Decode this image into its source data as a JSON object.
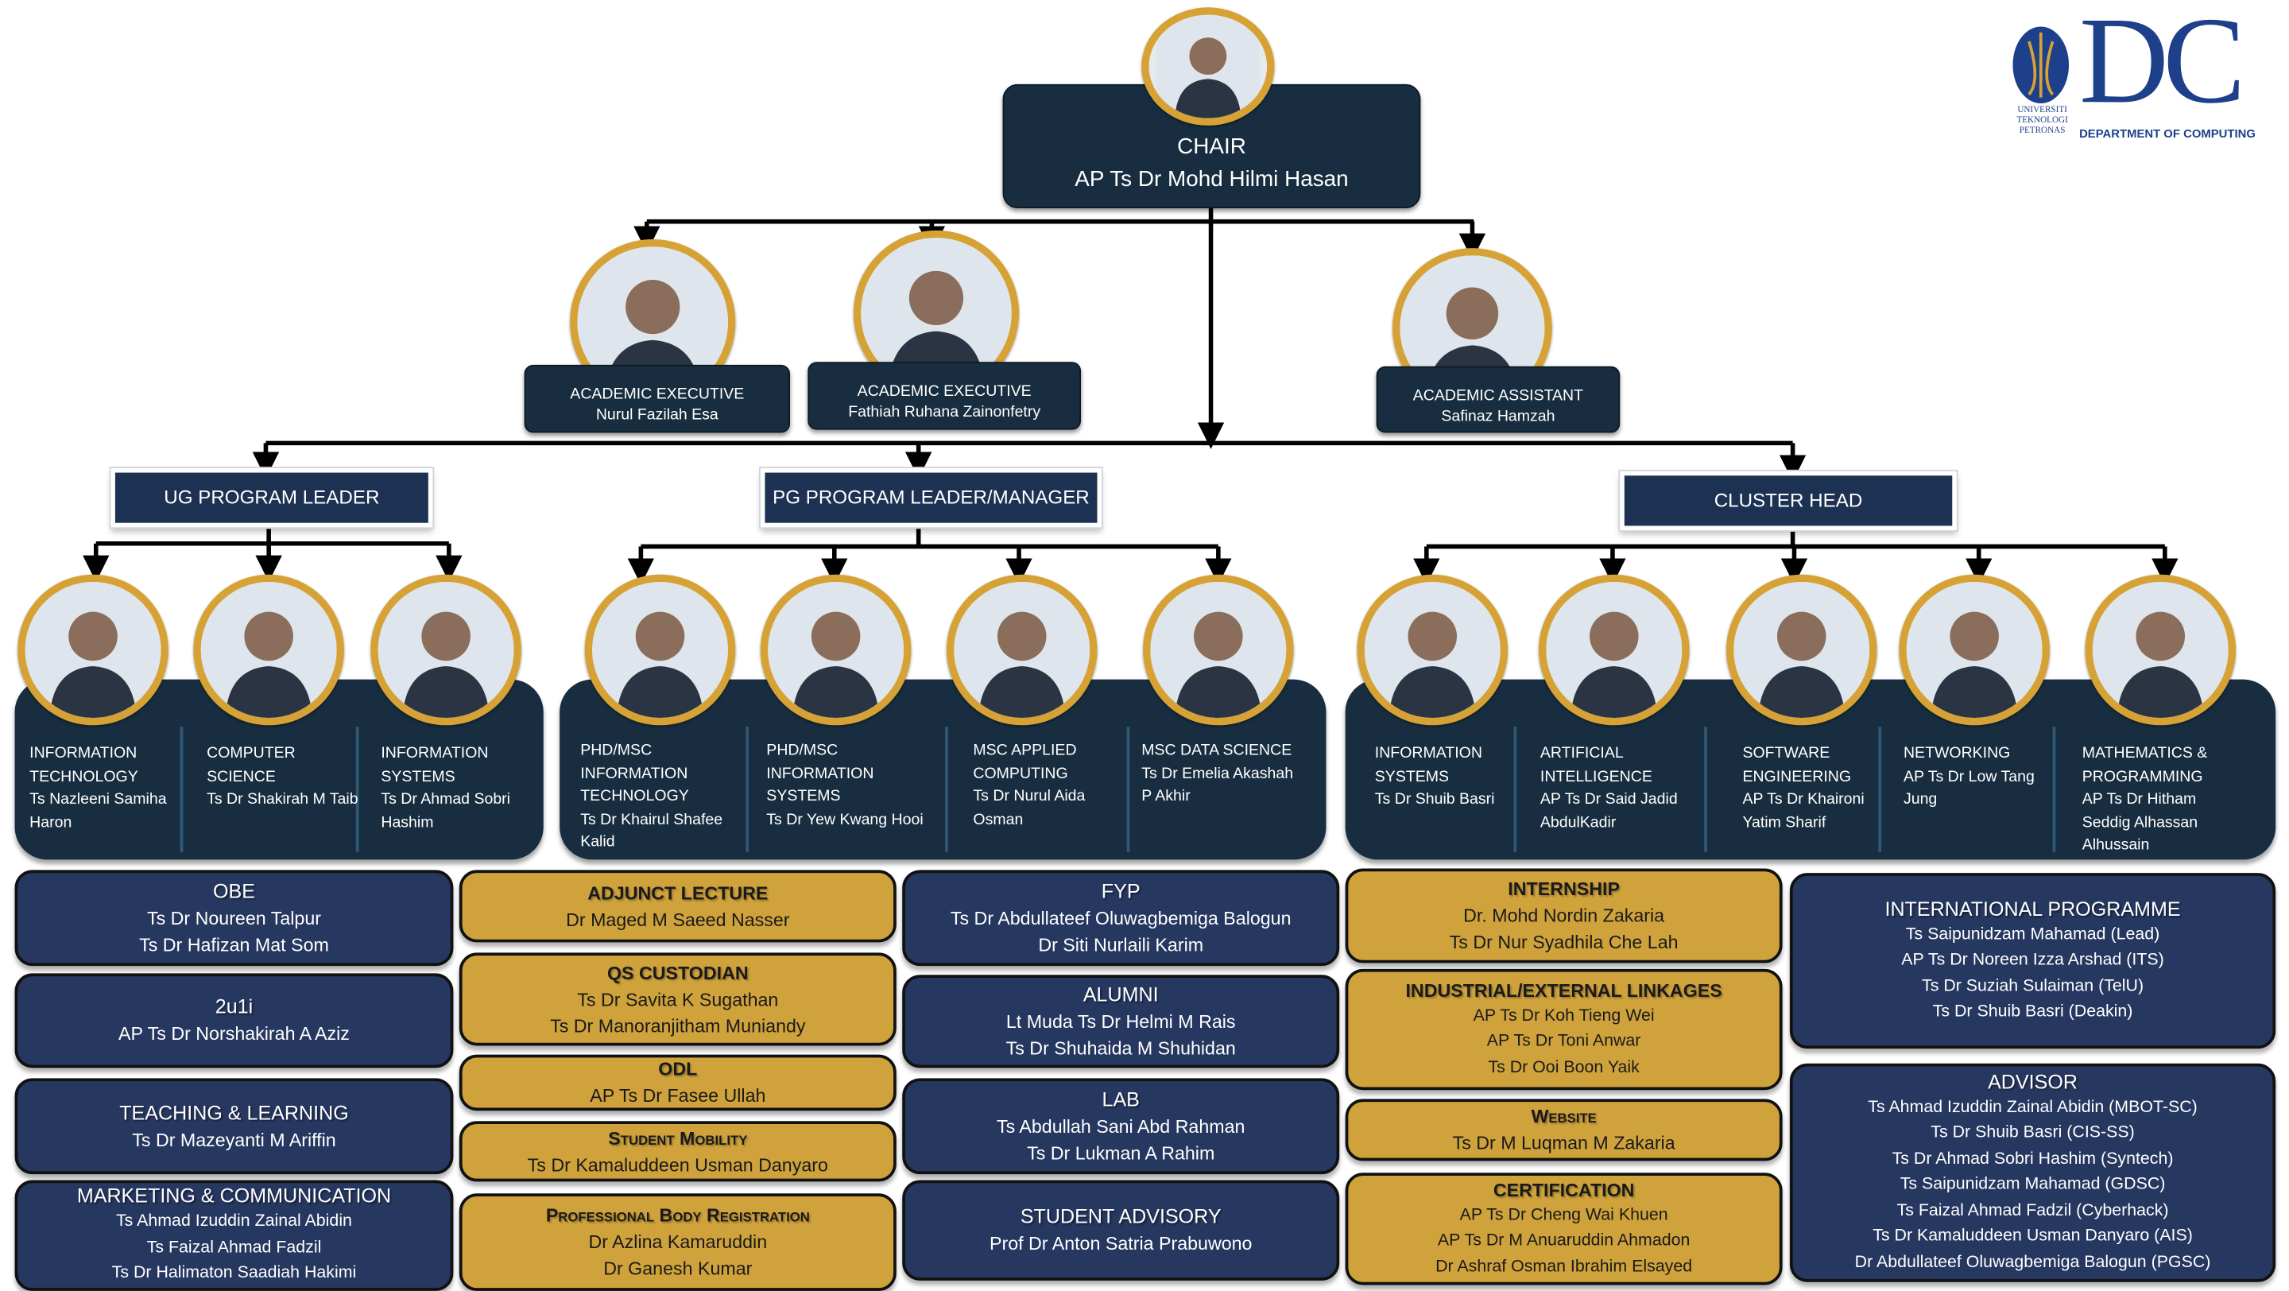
{
  "logo": {
    "university": "UNIVERSITI TEKNOLOGI PETRONAS",
    "letters": "DC",
    "department": "DEPARTMENT OF COMPUTING"
  },
  "colors": {
    "dark_panel": "#182e40",
    "navy": "#263760",
    "gold": "#cfa23b",
    "ring": "#d6a236"
  },
  "chair": {
    "title": "CHAIR",
    "name": "AP Ts Dr Mohd Hilmi Hasan"
  },
  "staff": [
    {
      "title": "ACADEMIC EXECUTIVE",
      "name": "Nurul Fazilah Esa"
    },
    {
      "title": "ACADEMIC EXECUTIVE",
      "name": "Fathiah Ruhana Zainonfetry"
    },
    {
      "title": "ACADEMIC ASSISTANT",
      "name": "Safinaz Hamzah"
    }
  ],
  "leaders": {
    "ug": "UG PROGRAM LEADER",
    "pg": "PG PROGRAM LEADER/MANAGER",
    "cluster": "CLUSTER HEAD"
  },
  "ug_programs": [
    {
      "program": "Information Technology",
      "name": "Ts Nazleeni Samiha Haron"
    },
    {
      "program": "Computer Science",
      "name": "Ts Dr Shakirah M Taib"
    },
    {
      "program": "Information Systems",
      "name": "Ts  Dr Ahmad Sobri Hashim"
    }
  ],
  "pg_programs": [
    {
      "program": "PhD/MSc Information Technology",
      "name": "Ts Dr Khairul Shafee Kalid"
    },
    {
      "program": "PhD/MSc Information Systems",
      "name": "Ts Dr Yew Kwang Hooi"
    },
    {
      "program": "MSC Applied Computing",
      "name": "Ts Dr Nurul Aida Osman"
    },
    {
      "program": "MSC Data Science",
      "name": "Ts Dr Emelia Akashah P Akhir"
    }
  ],
  "clusters": [
    {
      "program": "Information Systems",
      "name": "Ts Dr Shuib Basri"
    },
    {
      "program": "Artificial Intelligence",
      "name": "AP Ts Dr Said Jadid AbdulKadir"
    },
    {
      "program": "Software Engineering",
      "name": "AP Ts Dr Khaironi Yatim Sharif"
    },
    {
      "program": "Networking",
      "name": "AP Ts Dr Low Tang Jung"
    },
    {
      "program": "Mathematics & Programming",
      "name": "AP Ts Dr Hitham Seddig Alhassan Alhussain"
    }
  ],
  "committees": [
    [
      {
        "title": "OBE",
        "members": [
          "Ts Dr Noureen Talpur",
          "Ts Dr Hafizan Mat Som"
        ]
      },
      {
        "title": "2u1i",
        "members": [
          "AP Ts Dr Norshakirah A Aziz"
        ]
      },
      {
        "title": "TEACHING & LEARNING",
        "members": [
          "Ts Dr Mazeyanti M Ariffin"
        ]
      },
      {
        "title": "MARKETING  & COMMUNICATION",
        "members": [
          "Ts Ahmad Izuddin Zainal Abidin",
          "Ts Faizal Ahmad Fadzil",
          "Ts Dr Halimaton Saadiah Hakimi"
        ]
      }
    ],
    [
      {
        "title": "ADJUNCT LECTURE",
        "members": [
          "Dr Maged M Saeed Nasser"
        ]
      },
      {
        "title": "QS CUSTODIAN",
        "members": [
          "Ts Dr Savita K Sugathan",
          "Ts Dr Manoranjitham Muniandy"
        ]
      },
      {
        "title": "ODL",
        "members": [
          "AP Ts Dr Fasee Ullah"
        ]
      },
      {
        "title": "Student Mobility",
        "members": [
          "Ts Dr Kamaluddeen Usman Danyaro"
        ]
      },
      {
        "title": "Professional Body Registration",
        "members": [
          "Dr Azlina Kamaruddin",
          "Dr Ganesh Kumar"
        ]
      }
    ],
    [
      {
        "title": "FYP",
        "members": [
          "Ts Dr Abdullateef Oluwagbemiga Balogun",
          "Dr Siti Nurlaili Karim"
        ]
      },
      {
        "title": "ALUMNI",
        "members": [
          "Lt Muda Ts Dr Helmi M Rais",
          "Ts Dr Shuhaida M Shuhidan"
        ]
      },
      {
        "title": "LAB",
        "members": [
          "Ts Abdullah Sani Abd Rahman",
          "Ts Dr Lukman A Rahim"
        ]
      },
      {
        "title": "STUDENT ADVISORY",
        "members": [
          "Prof Dr Anton Satria Prabuwono"
        ]
      }
    ],
    [
      {
        "title": "INTERNSHIP",
        "members": [
          "Dr. Mohd Nordin Zakaria",
          "Ts Dr Nur Syadhila Che Lah"
        ]
      },
      {
        "title": "INDUSTRIAL/EXTERNAL LINKAGES",
        "members": [
          "AP Ts Dr Koh Tieng Wei",
          "AP Ts Dr Toni Anwar",
          "Ts Dr Ooi Boon Yaik"
        ]
      },
      {
        "title": "Website",
        "members": [
          "Ts Dr M Luqman M Zakaria"
        ]
      },
      {
        "title": "CERTIFICATION",
        "members": [
          "AP Ts Dr Cheng Wai Khuen",
          "AP Ts Dr M Anuaruddin Ahmadon",
          "Dr Ashraf Osman Ibrahim Elsayed"
        ]
      }
    ],
    [
      {
        "title": "INTERNATIONAL PROGRAMME",
        "members": [
          "Ts Saipunidzam Mahamad (Lead)",
          "AP Ts Dr Noreen Izza Arshad (ITS)",
          "Ts Dr Suziah Sulaiman (TelU)",
          "Ts Dr Shuib Basri (Deakin)"
        ]
      },
      {
        "title": "ADVISOR",
        "members": [
          "Ts Ahmad Izuddin Zainal Abidin (MBOT-SC)",
          "Ts Dr Shuib Basri (CIS-SS)",
          "Ts Dr Ahmad Sobri Hashim (Syntech)",
          "Ts Saipunidzam Mahamad (GDSC)",
          "Ts Faizal Ahmad Fadzil (Cyberhack)",
          "Ts Dr Kamaluddeen Usman Danyaro (AIS)",
          "Dr Abdullateef Oluwagbemiga Balogun (PGSC)"
        ]
      }
    ]
  ]
}
